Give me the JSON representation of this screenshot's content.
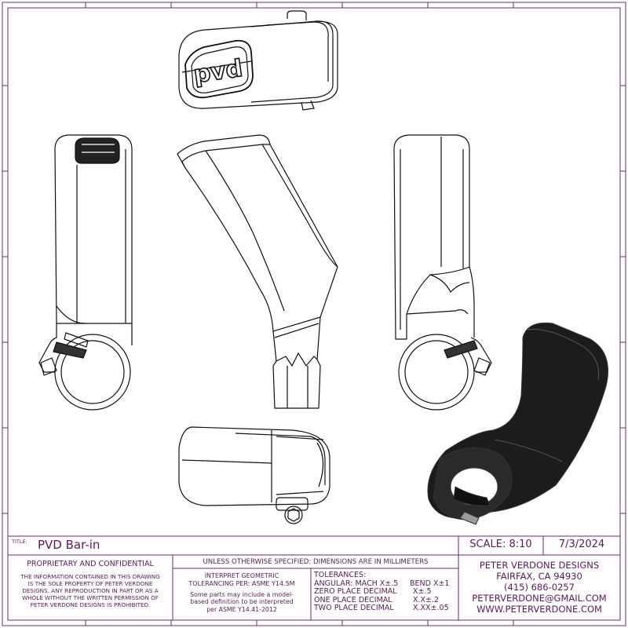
{
  "logo": {
    "text": "pvd"
  },
  "title_block": {
    "title_label": "TITLE:",
    "title": "PVD Bar-in",
    "scale": "SCALE: 8:10",
    "date": "7/3/2024",
    "proprietary_heading": "PROPRIETARY AND CONFIDENTIAL",
    "proprietary_lines": [
      "THE INFORMATION CONTAINED IN THIS DRAWING",
      "IS THE SOLE PROPERTY OF PETER VERDONE",
      "DESIGNS.  ANY  REPRODUCTION IN PART OR AS A",
      "WHOLE WITHOUT THE WRITTEN PERMISSION OF",
      "PETER VERDONE DESIGNS IS PROHIBITED."
    ],
    "units_note": "UNLESS OTHERWISE SPECIFIED: DIMENSIONS ARE IN MILLIMETERS",
    "gdt_lines": [
      "INTERPRET GEOMETRIC",
      "TOLERANCING PER: ASME Y14.5M"
    ],
    "model_lines": [
      "Some parts may include a model-",
      "based definition to be interpreted",
      "per ASME Y14.41-2012"
    ],
    "tolerances": {
      "heading": "TOLERANCES:",
      "rows": [
        {
          "label": "ANGULAR: MACH X±.5",
          "value": "BEND X±1"
        },
        {
          "label": "ZERO PLACE DECIMAL",
          "value": "X±.5"
        },
        {
          "label": "ONE PLACE DECIMAL",
          "value": "X.X±.2"
        },
        {
          "label": "TWO PLACE DECIMAL",
          "value": "X.XX±.05"
        }
      ]
    },
    "company": {
      "name": "PETER VERDONE DESIGNS",
      "city": "FAIRFAX, CA 94930",
      "phone": "(415) 686-0257",
      "email": "PETERVERDONE@GMAIL.COM",
      "web": "WWW.PETERVERDONE.COM"
    }
  }
}
